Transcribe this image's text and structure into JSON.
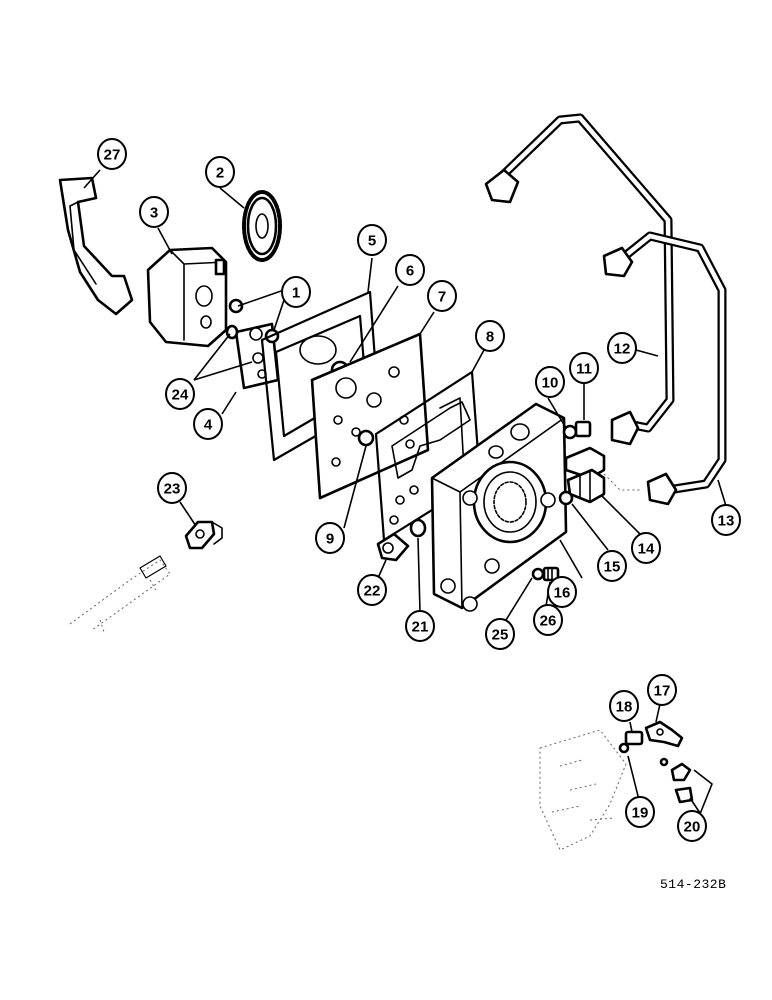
{
  "diagram": {
    "reference_code": "514-232B",
    "callouts": [
      "1",
      "2",
      "3",
      "4",
      "5",
      "6",
      "7",
      "8",
      "9",
      "10",
      "11",
      "12",
      "13",
      "14",
      "15",
      "16",
      "17",
      "18",
      "19",
      "20",
      "21",
      "22",
      "23",
      "24",
      "25",
      "26",
      "27"
    ]
  }
}
